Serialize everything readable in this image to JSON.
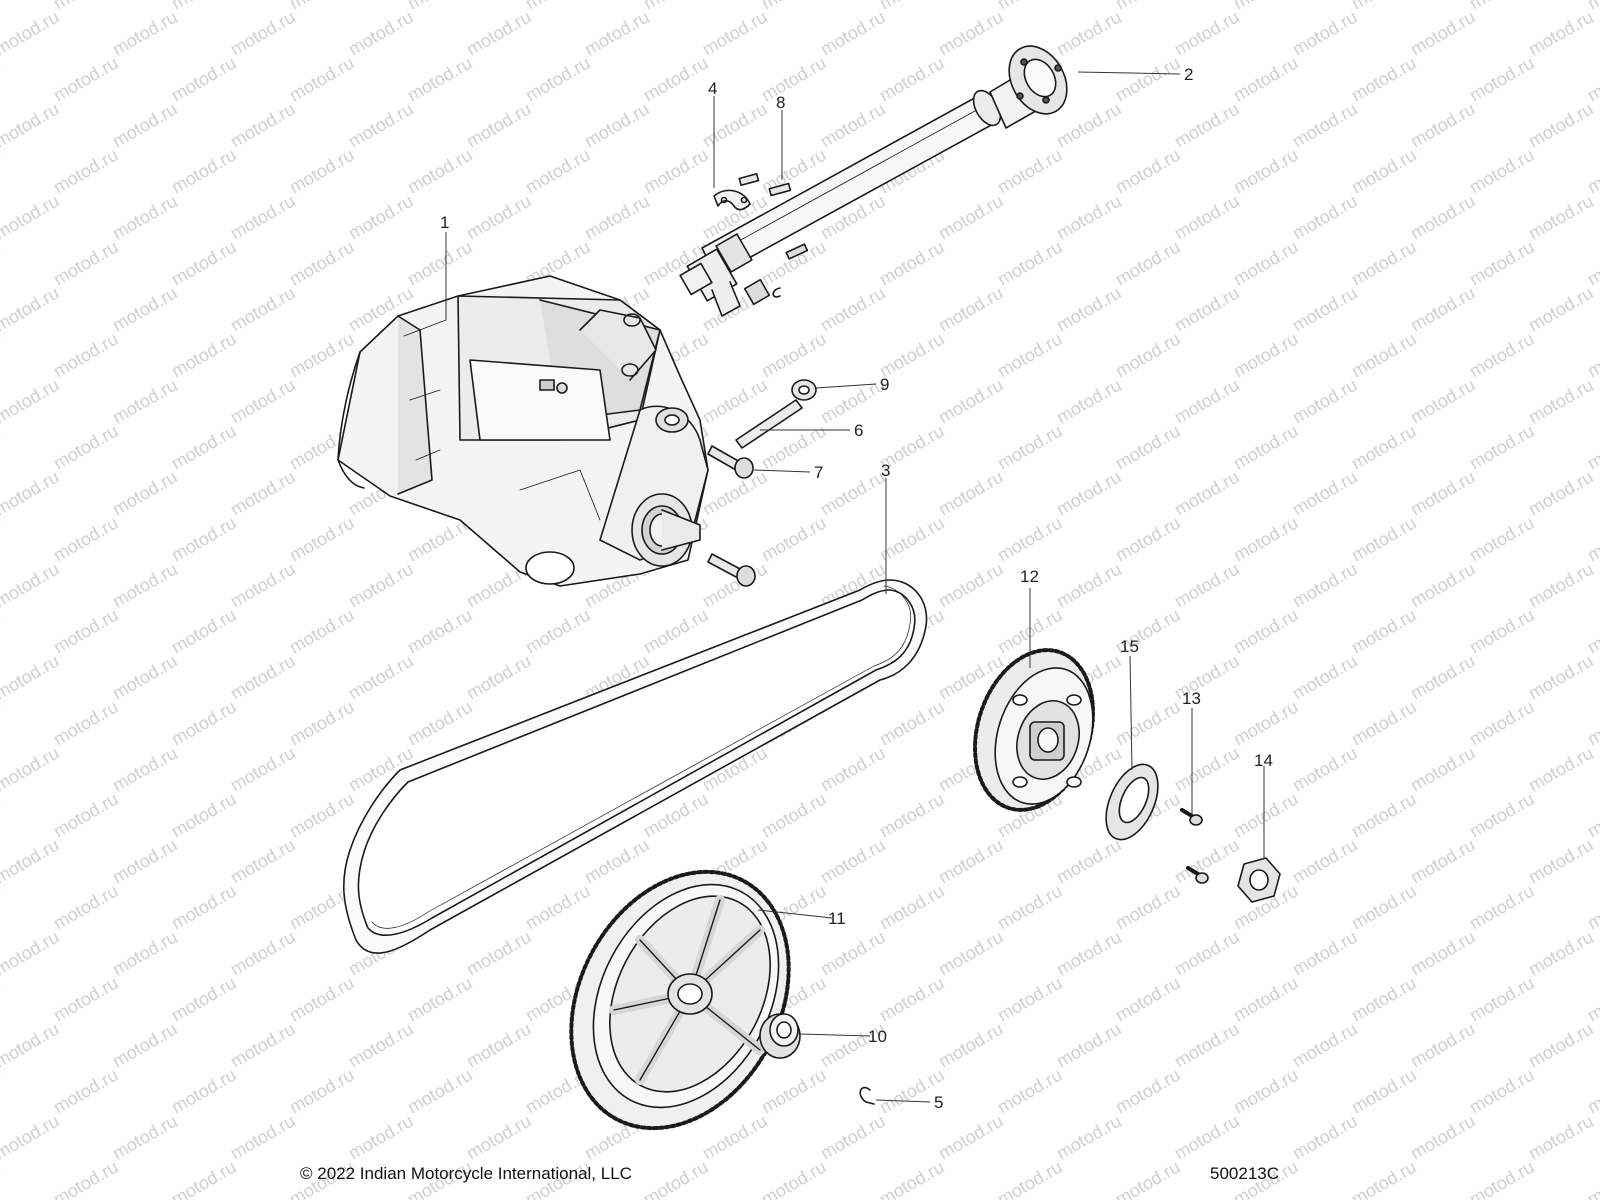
{
  "watermark": "motod.ru",
  "callouts": [
    "1",
    "2",
    "3",
    "4",
    "5",
    "6",
    "7",
    "8",
    "9",
    "10",
    "11",
    "12",
    "13",
    "14",
    "15"
  ],
  "footer": {
    "copyright": "© 2022 Indian Motorcycle International, LLC",
    "drawing_number": "500213C"
  }
}
